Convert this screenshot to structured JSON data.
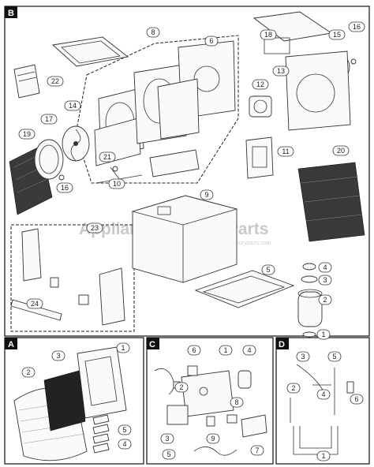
{
  "watermark": "Appliance Factory Parts",
  "watermark_url": "www.appliancefactoryparts.com",
  "sections": {
    "B": {
      "letter": "B",
      "labels": [
        "8",
        "6",
        "18",
        "15",
        "16",
        "13",
        "12",
        "14",
        "17",
        "19",
        "21",
        "10",
        "16",
        "11",
        "20",
        "22",
        "9",
        "23",
        "5",
        "4",
        "3",
        "2",
        "24",
        "1"
      ]
    },
    "A": {
      "letter": "A",
      "labels": [
        "1",
        "2",
        "3",
        "5",
        "4"
      ]
    },
    "C": {
      "letter": "C",
      "labels": [
        "6",
        "1",
        "4",
        "2",
        "8",
        "3",
        "9",
        "7",
        "5"
      ]
    },
    "D": {
      "letter": "D",
      "labels": [
        "3",
        "5",
        "2",
        "4",
        "6",
        "1"
      ]
    }
  }
}
